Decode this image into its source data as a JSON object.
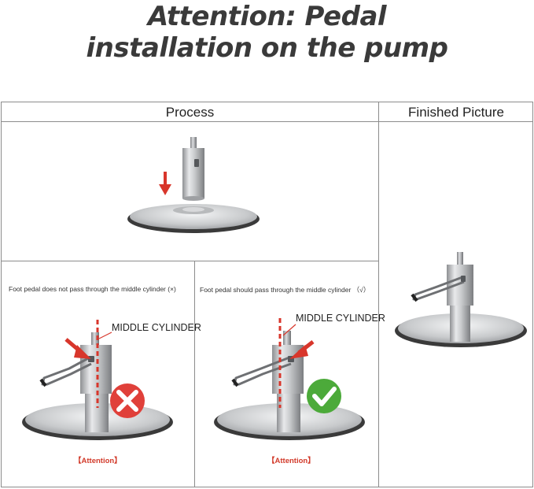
{
  "headline": {
    "line1": "Attention: Pedal",
    "line2": "installation on the pump"
  },
  "table": {
    "process_header": "Process",
    "finished_header": "Finished Picture",
    "wrong_caption": "Foot pedal does not pass through the middle cylinder (×)",
    "right_caption": "Foot pedal should pass through the middle cylinder （√）",
    "middle_cylinder_label_left": "MIDDLE CYLINDER",
    "middle_cylinder_label_right": "MIDDLE CYLINDER",
    "attention_left": "【Attention】",
    "attention_right": "【Attention】"
  },
  "colors": {
    "arrow_red": "#d8362b",
    "wrong_red": "#e0403a",
    "ok_green": "#4caa3a",
    "border": "#8c8c8c"
  },
  "icons": [
    "down-arrow-icon",
    "pointer-arrow-icon",
    "wrong-cross-icon",
    "check-mark-icon"
  ]
}
